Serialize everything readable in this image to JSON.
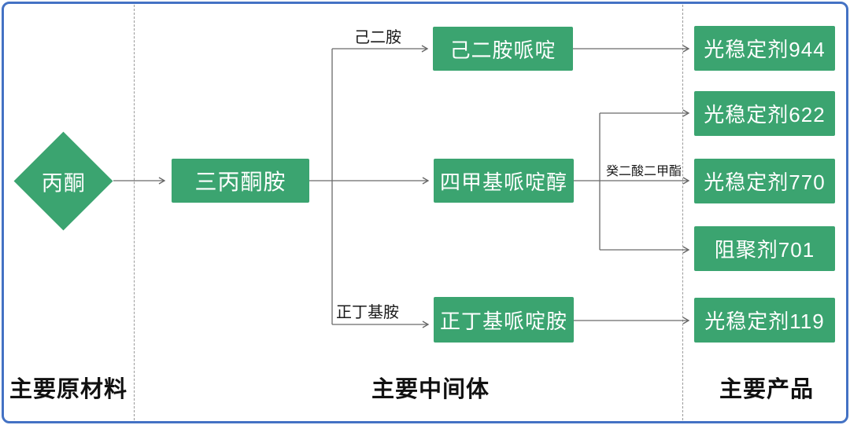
{
  "diagram": {
    "type": "process-flowchart",
    "colors": {
      "node_green": "#3BA470",
      "node_text": "#FFFFFF",
      "frame_blue": "#4472C4",
      "connector_gray": "#666666",
      "divider_gray": "#9A9A9A"
    },
    "sections": {
      "raw_materials": "主要原材料",
      "intermediates": "主要中间体",
      "products": "主要产品"
    },
    "nodes": {
      "acetone": {
        "label": "丙酮",
        "shape": "diamond",
        "column": "raw_materials"
      },
      "triacetonamine": {
        "label": "三丙酮胺",
        "shape": "rect",
        "column": "intermediates"
      },
      "hexanediamine_piperidine": {
        "label": "己二胺哌啶",
        "shape": "rect",
        "column": "intermediates"
      },
      "tetramethyl_piperidinol": {
        "label": "四甲基哌啶醇",
        "shape": "rect",
        "column": "intermediates"
      },
      "n_butyl_piperidinamine": {
        "label": "正丁基哌啶胺",
        "shape": "rect",
        "column": "intermediates"
      },
      "light_stabilizer_944": {
        "label": "光稳定剂944",
        "shape": "rect",
        "column": "products"
      },
      "light_stabilizer_622": {
        "label": "光稳定剂622",
        "shape": "rect",
        "column": "products"
      },
      "light_stabilizer_770": {
        "label": "光稳定剂770",
        "shape": "rect",
        "column": "products"
      },
      "polymerization_inhibitor_701": {
        "label": "阻聚剂701",
        "shape": "rect",
        "column": "products"
      },
      "light_stabilizer_119": {
        "label": "光稳定剂119",
        "shape": "rect",
        "column": "products"
      }
    },
    "edge_labels": {
      "hexanediamine": "己二胺",
      "n_butylamine": "正丁基胺",
      "dimethyl_sebacate": "癸二酸二甲酯"
    },
    "edges": [
      {
        "from": "acetone",
        "to": "triacetonamine",
        "label": ""
      },
      {
        "from": "triacetonamine",
        "to": "hexanediamine_piperidine",
        "label": "己二胺"
      },
      {
        "from": "triacetonamine",
        "to": "tetramethyl_piperidinol",
        "label": ""
      },
      {
        "from": "triacetonamine",
        "to": "n_butyl_piperidinamine",
        "label": "正丁基胺"
      },
      {
        "from": "hexanediamine_piperidine",
        "to": "light_stabilizer_944",
        "label": ""
      },
      {
        "from": "tetramethyl_piperidinol",
        "to": "light_stabilizer_622",
        "label": ""
      },
      {
        "from": "tetramethyl_piperidinol",
        "to": "light_stabilizer_770",
        "label": "癸二酸二甲酯"
      },
      {
        "from": "tetramethyl_piperidinol",
        "to": "polymerization_inhibitor_701",
        "label": ""
      },
      {
        "from": "n_butyl_piperidinamine",
        "to": "light_stabilizer_119",
        "label": ""
      }
    ]
  }
}
